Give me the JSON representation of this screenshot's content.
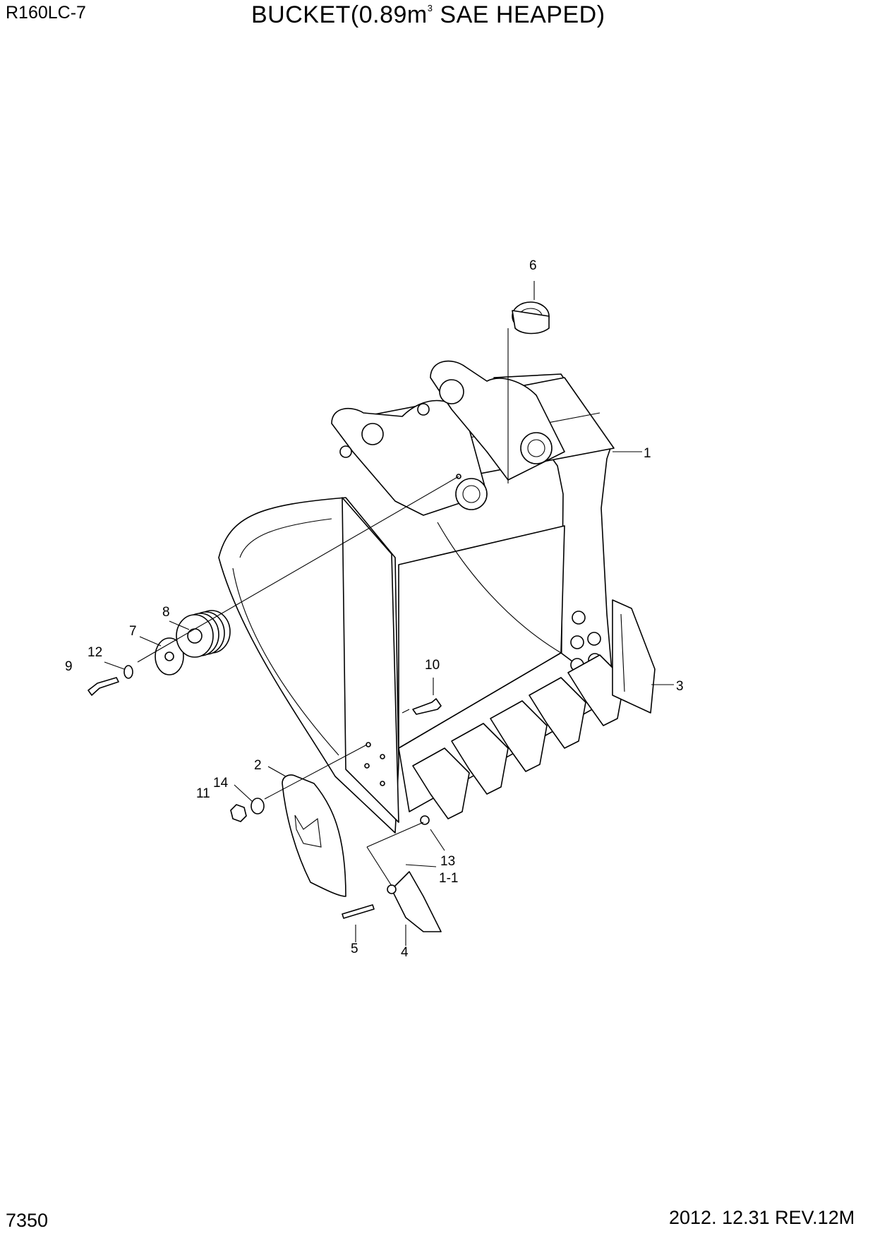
{
  "header": {
    "model": "R160LC-7",
    "title_main": "BUCKET(0.89m",
    "title_sup": "3",
    "title_rest": " SAE HEAPED)"
  },
  "footer": {
    "page_number": "7350",
    "revision": "2012. 12.31  REV.12M"
  },
  "callouts": {
    "c1": "1",
    "c1_1": "1-1",
    "c2": "2",
    "c3": "3",
    "c4": "4",
    "c5": "5",
    "c6": "6",
    "c7": "7",
    "c8": "8",
    "c9": "9",
    "c10": "10",
    "c11": "11",
    "c12": "12",
    "c13": "13",
    "c14": "14"
  }
}
